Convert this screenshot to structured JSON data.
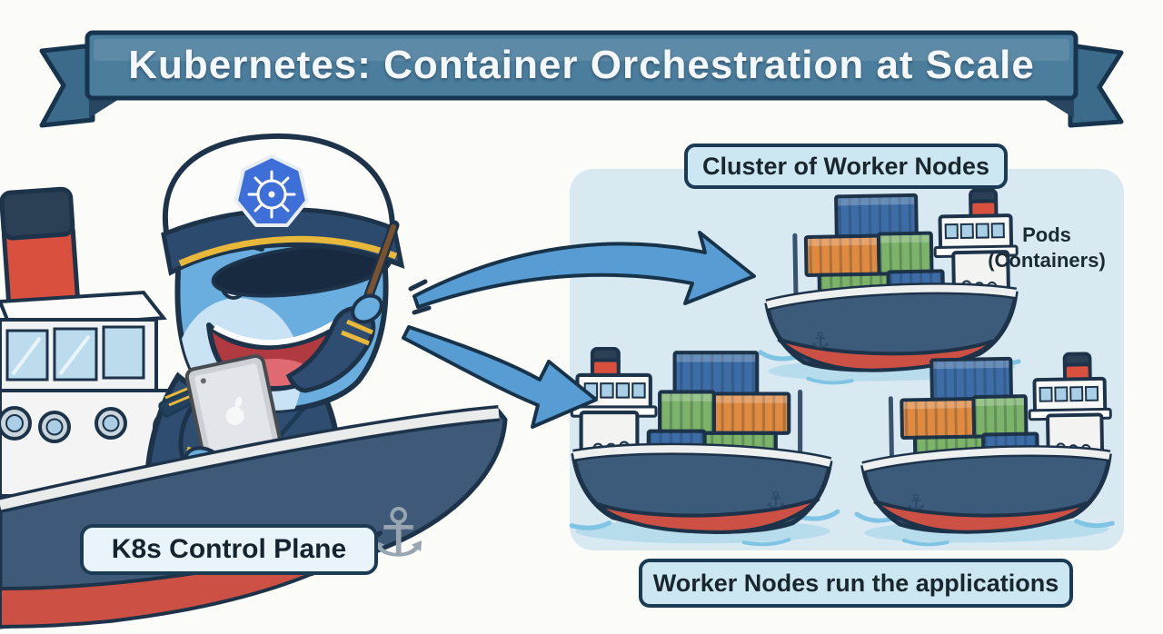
{
  "banner": {
    "title": "Kubernetes: Container Orchestration at Scale"
  },
  "control_plane": {
    "label": "K8s Control Plane"
  },
  "cluster": {
    "title": "Cluster of Worker Nodes",
    "pods_label": [
      "Pods",
      "(Containers)"
    ],
    "caption": "Worker Nodes run the applications",
    "worker_ship_count": 3
  },
  "icons": {
    "anchor_glyph": "⚓",
    "kubernetes_logo": "helm-wheel-heptagon",
    "apple_logo": "apple-silhouette"
  },
  "colors": {
    "page_background": "#fbfbf8",
    "banner_band": "#4b7d9d",
    "banner_tail": "#3c6a8a",
    "banner_border": "#16344e",
    "panel_background": "#d8e9f1",
    "label_background": "#cde7f2",
    "label_border": "#1b3a54",
    "text_dark": "#19262e",
    "hull_navy": "#3e5a78",
    "hull_red": "#cc5144",
    "deck_wood": "#d2a876",
    "container_blue": "#3d6da6",
    "container_orange": "#e08a3f",
    "container_green": "#7cb368",
    "whale_blue": "#69aede",
    "whale_belly": "#c9e2f4",
    "uniform_navy": "#2e4d71",
    "gold": "#e8b83a",
    "arrow_blue": "#579dd3",
    "outline": "#1d3349",
    "water": "#8ecbe8"
  }
}
